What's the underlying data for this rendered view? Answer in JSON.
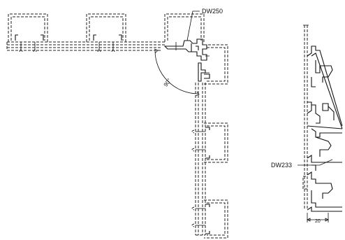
{
  "labels": {
    "top_profile": "DW250",
    "side_profile": "DW233",
    "angle": "90°",
    "dimension": "20"
  }
}
